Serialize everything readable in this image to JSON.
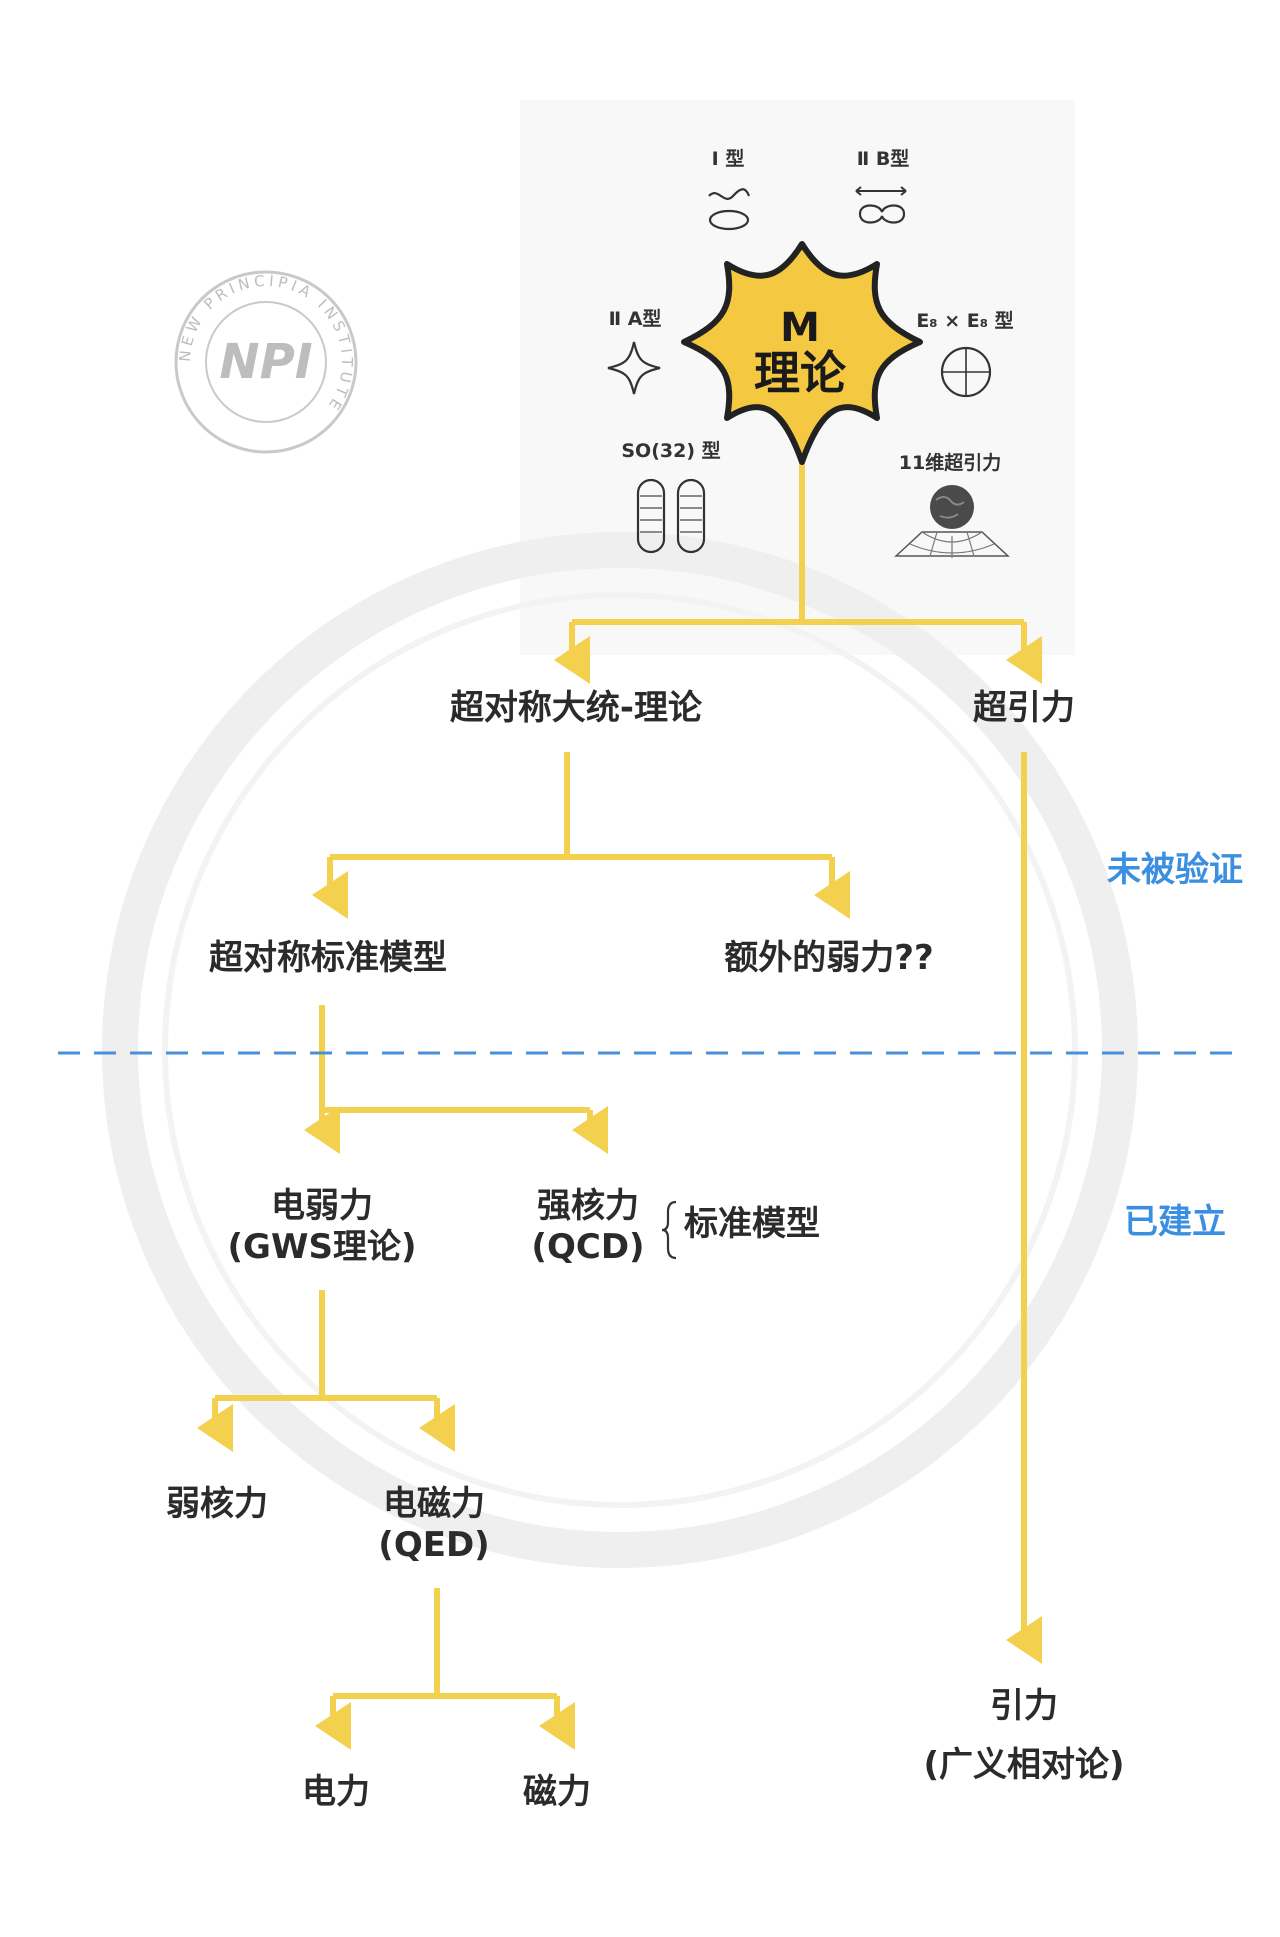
{
  "center": {
    "line1": "M",
    "line2": "理论"
  },
  "theory_types": {
    "type_i": "Ⅰ 型",
    "type_iib": "Ⅱ B型",
    "type_iia": "Ⅱ A型",
    "e8e8": "E₈ × E₈ 型",
    "so32": "SO(32) 型",
    "sugra11": "11维超引力"
  },
  "nodes": {
    "susy_gut": "超对称大统-理论",
    "supergravity": "超引力",
    "mssm": "超对称标准模型",
    "extra_weak": "额外的弱力??",
    "electroweak": "电弱力",
    "electroweak_sub": "(GWS理论)",
    "strong": "强核力",
    "strong_sub": "(QCD)",
    "standard_model": "标准模型",
    "weak": "弱核力",
    "electromagnetic": "电磁力",
    "electromagnetic_sub": "(QED)",
    "electric": "电力",
    "magnetic": "磁力",
    "gravity": "引力",
    "gravity_sub": "(广义相对论)"
  },
  "status": {
    "unverified": "未被验证",
    "established": "已建立"
  },
  "logo": {
    "mark": "NPI",
    "ring": "NEW PRINCIPIA INSTITUTE"
  },
  "colors": {
    "arrow": "#f4d04f",
    "star": "#f5c842",
    "divider": "#4a90d9",
    "status": "#3b8fe0"
  }
}
